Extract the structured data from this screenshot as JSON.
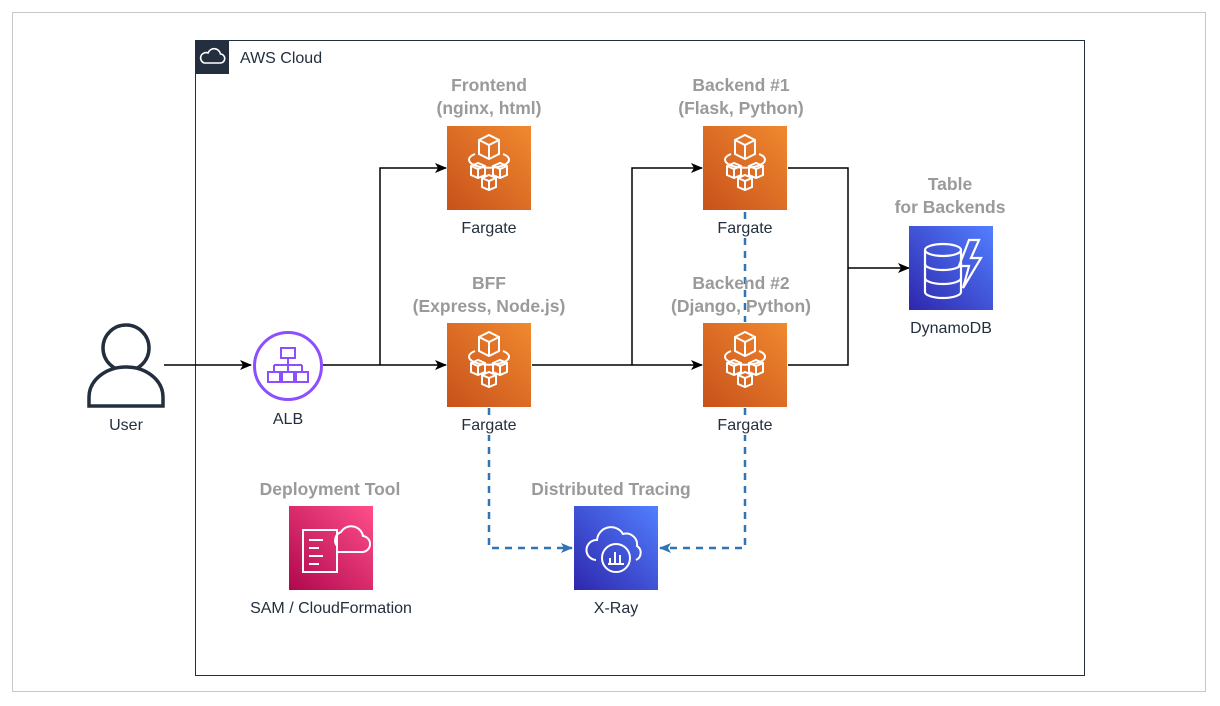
{
  "cloud": {
    "title": "AWS Cloud"
  },
  "user": {
    "label": "User"
  },
  "alb": {
    "label": "ALB"
  },
  "frontend": {
    "title_line1": "Frontend",
    "title_line2": "(nginx, html)",
    "service": "Fargate"
  },
  "bff": {
    "title_line1": "BFF",
    "title_line2": "(Express, Node.js)",
    "service": "Fargate"
  },
  "backend1": {
    "title_line1": "Backend #1",
    "title_line2": "(Flask, Python)",
    "service": "Fargate"
  },
  "backend2": {
    "title_line1": "Backend #2",
    "title_line2": "(Django, Python)",
    "service": "Fargate"
  },
  "table": {
    "title_line1": "Table",
    "title_line2": "for Backends",
    "service": "DynamoDB"
  },
  "tracing": {
    "title": "Distributed Tracing",
    "service": "X-Ray"
  },
  "deploy": {
    "title": "Deployment Tool",
    "service": "SAM / CloudFormation"
  },
  "colors": {
    "fargate": "#ed7100",
    "database": "#3b48cc",
    "devtools": "#e7157b",
    "alb": "#8c4fff",
    "dashed_link": "#2f74b5",
    "label_grey": "#9a9a9a",
    "squid_ink": "#232f3e"
  }
}
